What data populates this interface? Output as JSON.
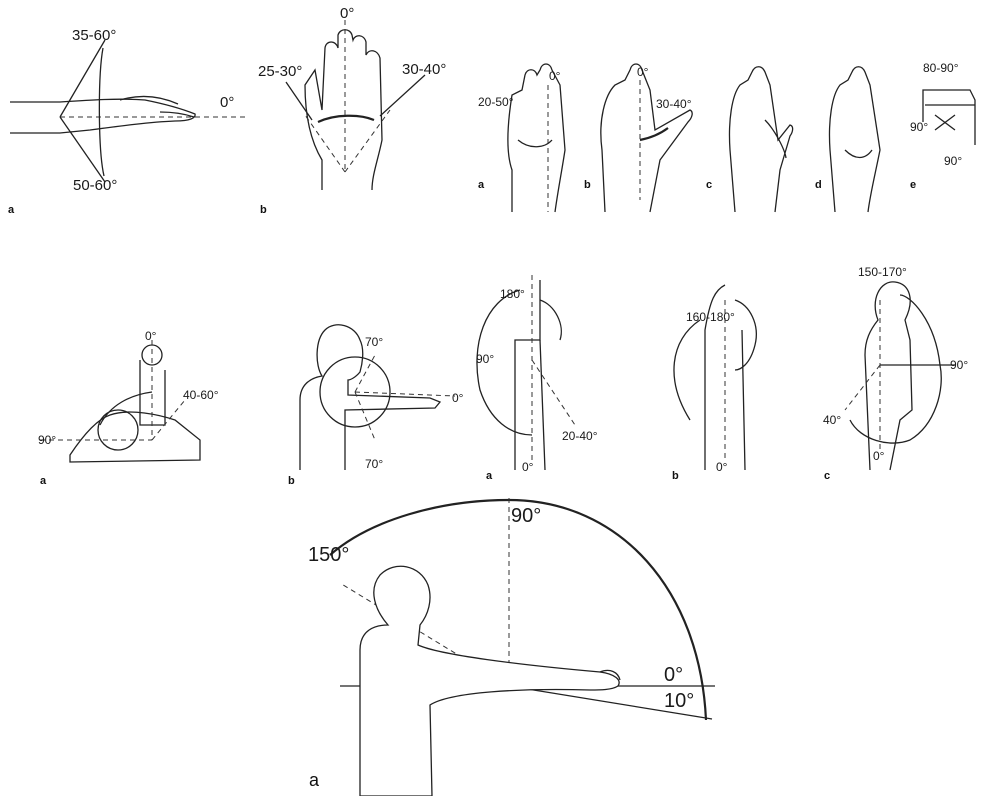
{
  "figure_1": {
    "panel": "a",
    "labels": [
      "35-60°",
      "0°",
      "50-60°"
    ]
  },
  "figure_2": {
    "panel": "b",
    "labels": [
      "0°",
      "25-30°",
      "30-40°"
    ]
  },
  "figure_3": {
    "panels": [
      "a",
      "b",
      "c",
      "d",
      "e"
    ],
    "labels": [
      "0°",
      "20-50°",
      "0°",
      "30-40°",
      "80-90°",
      "90°",
      "90°"
    ]
  },
  "figure_4": {
    "panels": [
      "a",
      "b"
    ],
    "labels": [
      "0°",
      "40-60°",
      "90°",
      "70°",
      "0°",
      "70°"
    ]
  },
  "figure_5": {
    "panels": [
      "a",
      "b",
      "c"
    ],
    "labels": [
      "180°",
      "90°",
      "20-40°",
      "0°",
      "160-180°",
      "0°",
      "150-170°",
      "90°",
      "40°",
      "0°"
    ]
  },
  "figure_6": {
    "panel": "a",
    "labels": [
      "90°",
      "150°",
      "0°",
      "10°"
    ]
  }
}
